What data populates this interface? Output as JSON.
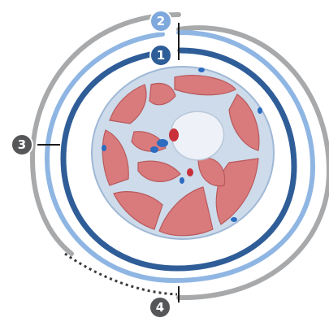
{
  "markers": [
    {
      "id": "1",
      "label": "1",
      "color": "#2f5d98"
    },
    {
      "id": "2",
      "label": "2",
      "color": "#7fa9dd"
    },
    {
      "id": "3",
      "label": "3",
      "color": "#555759"
    },
    {
      "id": "4",
      "label": "4",
      "color": "#555759"
    }
  ],
  "colors": {
    "spiral_dark_blue": "#2f5d98",
    "spiral_light_blue": "#8fb6e3",
    "spiral_gray": "#a7a9ab",
    "dotted_path": "#3a3a3a",
    "tissue_fill": "#cddbeb",
    "muscle": "#d97a7c",
    "muscle_edge": "#b95a5c",
    "bone": "#eef2f8",
    "artery": "#c8303a",
    "vein": "#2c6cc0"
  }
}
